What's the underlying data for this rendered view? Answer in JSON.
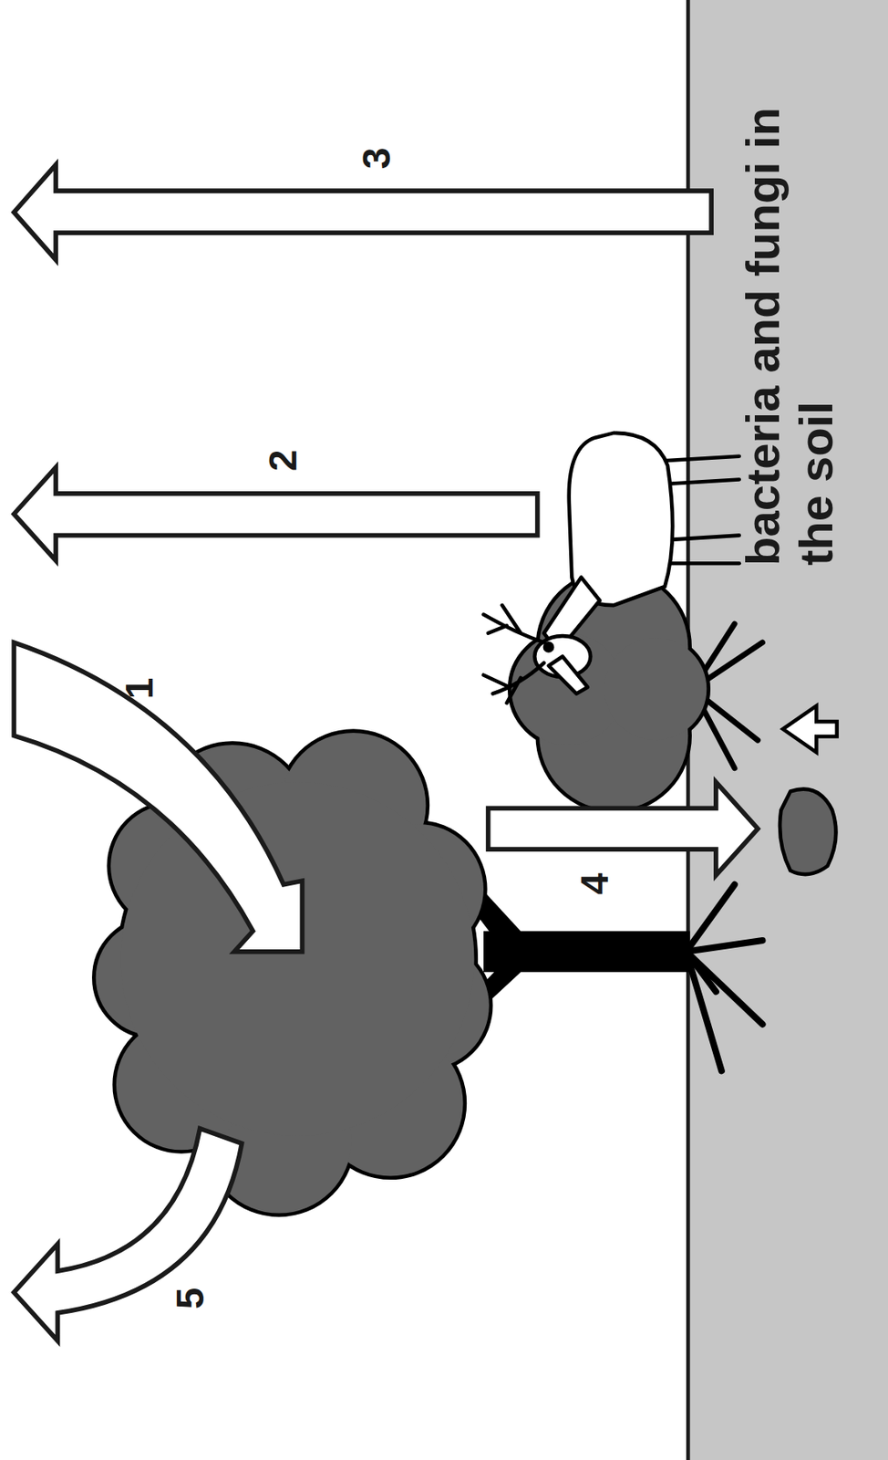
{
  "diagram": {
    "nodes": [
      {
        "text": [
          "bacteria and fungi in the soil"
        ]
      }
    ],
    "labels": [
      "1",
      "2",
      "3",
      "4",
      "5"
    ]
  }
}
